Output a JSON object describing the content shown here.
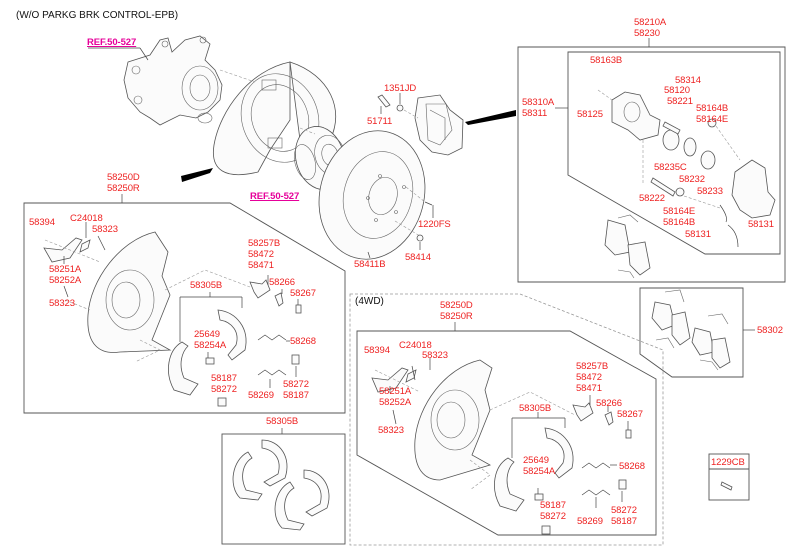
{
  "title": "(W/O PARKG BRK CONTROL-EPB)",
  "colors": {
    "label": "#ee2222",
    "reference": "#e6009a",
    "outline": "#555555"
  },
  "references": [
    {
      "id": "ref-knuckle",
      "text": "REF.50-527"
    },
    {
      "id": "ref-hub",
      "text": "REF.50-527"
    }
  ],
  "main_parts": {
    "bolt": "51711",
    "washer": "1351JD",
    "screw": "1220FS",
    "disc": "58411B",
    "nut": "58414"
  },
  "caliper_assembly": {
    "header": [
      "58210A",
      "58230"
    ],
    "sub_header": [
      "58310A",
      "58311"
    ],
    "labels": {
      "bolt_top": "58163B",
      "bleeder_cap": "58314",
      "bleeder": "58120",
      "bleeder_left": "58125",
      "guide_pin": "58221",
      "boot_upper": [
        "58164B",
        "58164E"
      ],
      "piston": "58235C",
      "seal": "58232",
      "dust_boot": "58233",
      "guide_pin_lower": "58222",
      "boot_lower": [
        "58164E",
        "58164B"
      ],
      "spring_right": "58131",
      "spring_left": "58131"
    }
  },
  "pad_kit": {
    "label": "58302"
  },
  "backing_plate_2wd": {
    "header": [
      "58250D",
      "58250R"
    ],
    "labels": {
      "screw": "58394",
      "clip": "C24018",
      "bolt_top": "58323",
      "bracket": [
        "58251A",
        "58252A"
      ],
      "bolt_bottom": "58323",
      "lever": [
        "58257B",
        "58472",
        "58471"
      ],
      "shoe": "58305B",
      "clip2": "58266",
      "bolt2": "58267",
      "adjuster": [
        "25649",
        "58254A"
      ],
      "spring_upper": "58268",
      "pin_left": [
        "58187",
        "58272"
      ],
      "spring_lower": "58269",
      "pin_right": [
        "58272",
        "58187"
      ]
    }
  },
  "shoe_kit": {
    "label": "58305B"
  },
  "backing_plate_4wd": {
    "variant": "(4WD)",
    "header": [
      "58250D",
      "58250R"
    ],
    "labels": {
      "screw": "58394",
      "clip": "C24018",
      "bolt_top": "58323",
      "bracket": [
        "58251A",
        "58252A"
      ],
      "bolt_bottom": "58323",
      "lever": [
        "58257B",
        "58472",
        "58471"
      ],
      "shoe": "58305B",
      "clip2": "58266",
      "bolt2": "58267",
      "adjuster": [
        "25649",
        "58254A"
      ],
      "spring_upper": "58268",
      "pin_left": [
        "58187",
        "58272"
      ],
      "spring_lower": "58269",
      "pin_right": [
        "58272",
        "58187"
      ]
    }
  },
  "loose_bolt": {
    "label": "1229CB"
  }
}
